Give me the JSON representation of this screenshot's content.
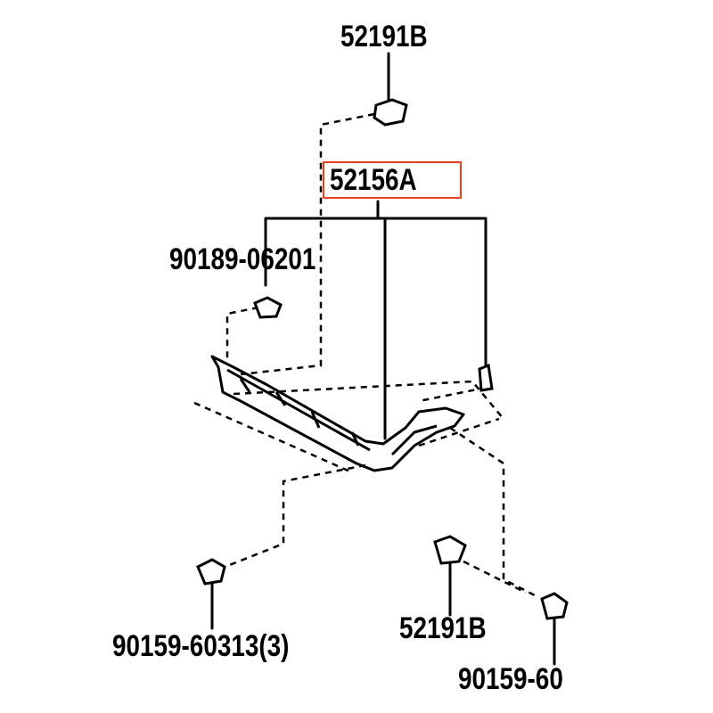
{
  "parts": {
    "clip_top": "52191B",
    "main_part": "52156A",
    "clip_left": "90189-06201",
    "screw_left": "90159-60313(3)",
    "clip_bottom": "52191B",
    "screw_right": "90159-60"
  },
  "colors": {
    "highlight": "#e8421c",
    "line": "#000000"
  }
}
